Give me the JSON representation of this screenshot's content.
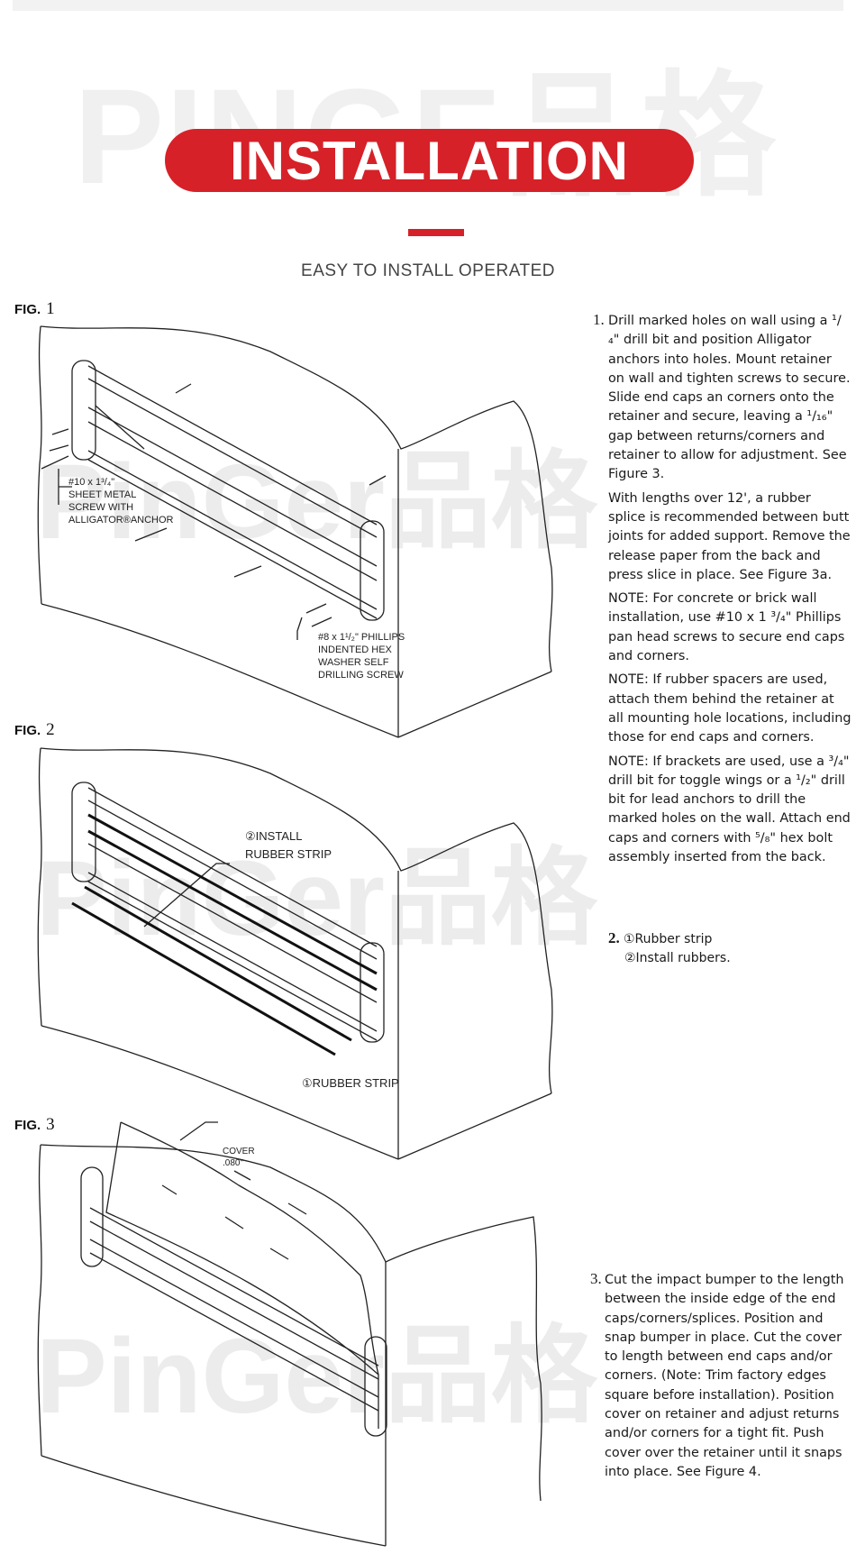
{
  "header": {
    "watermark": "PINGE品格",
    "title": "INSTALLATION",
    "subtitle": "EASY TO INSTALL  OPERATED"
  },
  "brand": {
    "accent_color": "#d62128",
    "watermark_logo": "PinGer品格"
  },
  "figures": [
    {
      "label": "FIG.",
      "number": "1",
      "callouts": {
        "screw_a": [
          "#10 x 1³/₄\"",
          "SHEET METAL",
          "SCREW WITH",
          "ALLIGATOR®ANCHOR"
        ],
        "screw_b": [
          "#8 x 1¹/₂\" PHILLIPS",
          "INDENTED HEX",
          "WASHER SELF",
          "DRILLING SCREW"
        ]
      }
    },
    {
      "label": "FIG.",
      "number": "2",
      "callouts": {
        "install": [
          "②INSTALL",
          "RUBBER STRIP"
        ],
        "strip": "①RUBBER STRIP"
      }
    },
    {
      "label": "FIG.",
      "number": "3",
      "callouts": {
        "cover": [
          "COVER",
          ".080\""
        ]
      }
    }
  ],
  "steps": {
    "step1": {
      "number": "1.",
      "paragraphs": [
        "Drill marked holes on wall using a ¹/₄\" drill bit and position Alligator anchors into holes. Mount retainer on wall and tighten screws to secure. Slide end caps an corners onto the retainer and secure, leaving a ¹/₁₆\" gap between returns/corners and retainer to allow for adjustment. See Figure 3.",
        "With lengths over 12', a rubber splice is recommended between butt joints for added support. Remove the release paper from the back and press slice in place. See Figure 3a.",
        "NOTE: For concrete or brick wall installation, use #10 x 1 ³/₄\" Phillips pan head screws to secure end caps and corners.",
        "NOTE: If rubber spacers are used, attach them behind the retainer at all mounting hole locations, including those for end caps and corners.",
        "NOTE: If brackets are used, use a ³/₄\" drill bit for toggle wings or a ¹/₂\" drill bit for lead anchors to drill the marked holes on the wall. Attach end caps and corners with ⁵/₈\" hex bolt assembly inserted from the back."
      ]
    },
    "step2": {
      "number": "2.",
      "lines": [
        "①Rubber strip",
        "②Install rubbers."
      ]
    },
    "step3": {
      "number": "3.",
      "text": "Cut the impact bumper to the length between the inside edge of the end caps/corners/splices. Position and snap bumper in place. Cut the cover to length between end caps and/or corners. (Note: Trim factory edges square before installation). Position cover on retainer and adjust returns and/or corners for a tight fit. Push cover over the retainer until it snaps into place. See Figure 4."
    }
  }
}
